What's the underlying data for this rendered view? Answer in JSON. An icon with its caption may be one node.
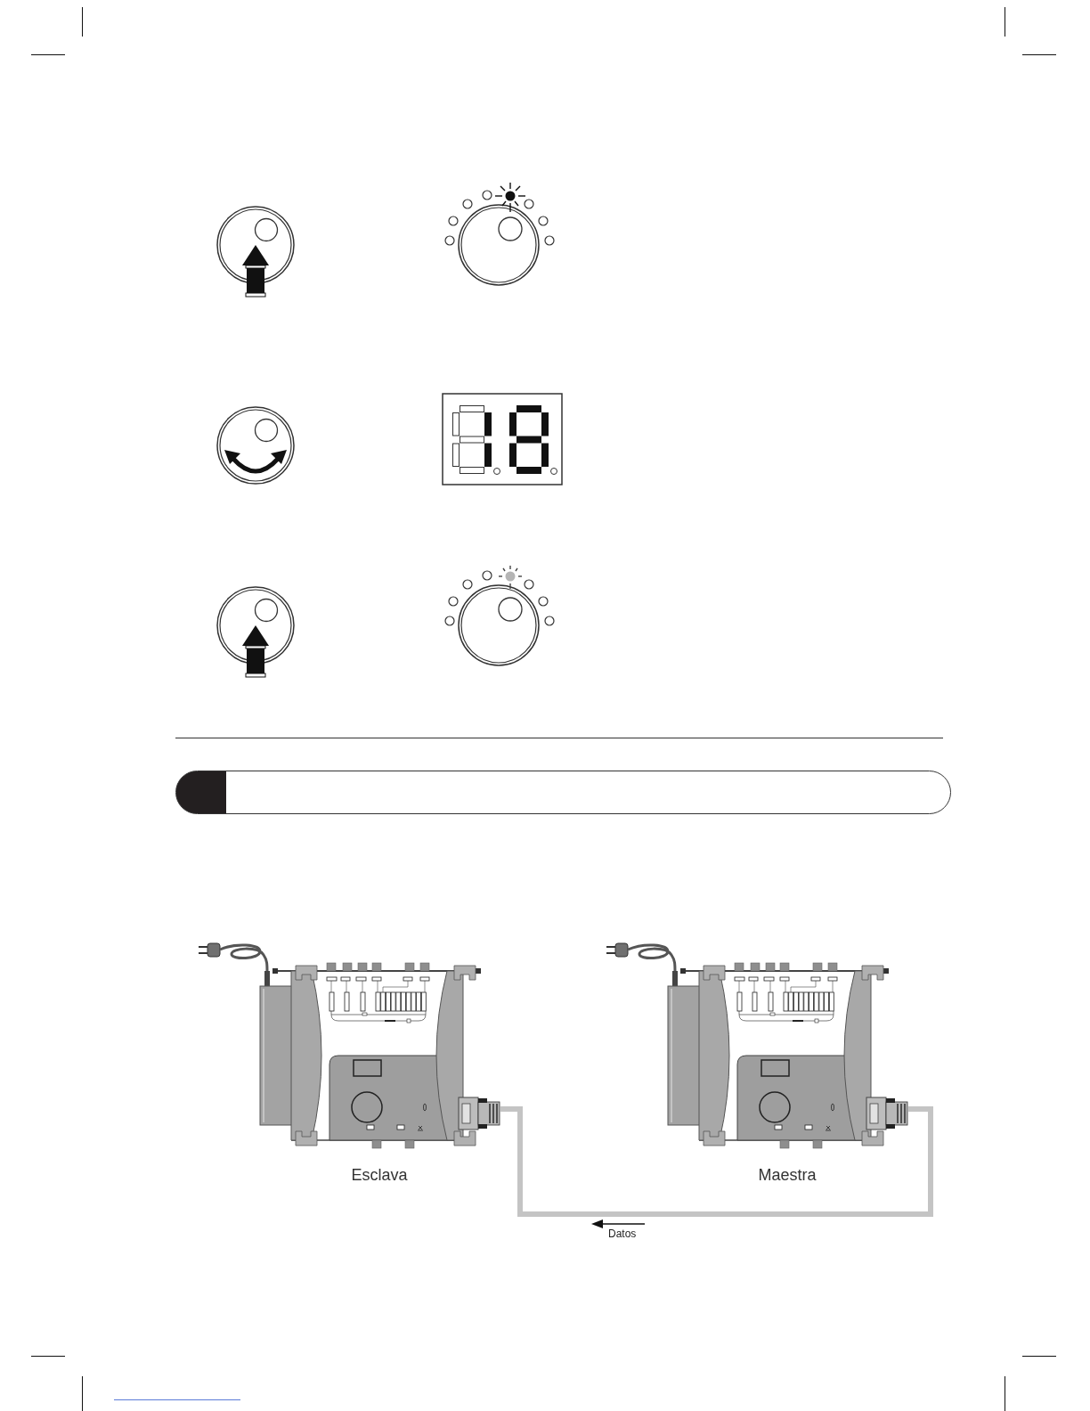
{
  "diagram": {
    "nodes": [
      {
        "text": [
          "Esclava"
        ]
      },
      {
        "text": [
          "Maestra"
        ]
      }
    ],
    "edges": [
      {
        "from": 1,
        "to": 0,
        "arrow": "none",
        "label": "Datos"
      }
    ]
  }
}
